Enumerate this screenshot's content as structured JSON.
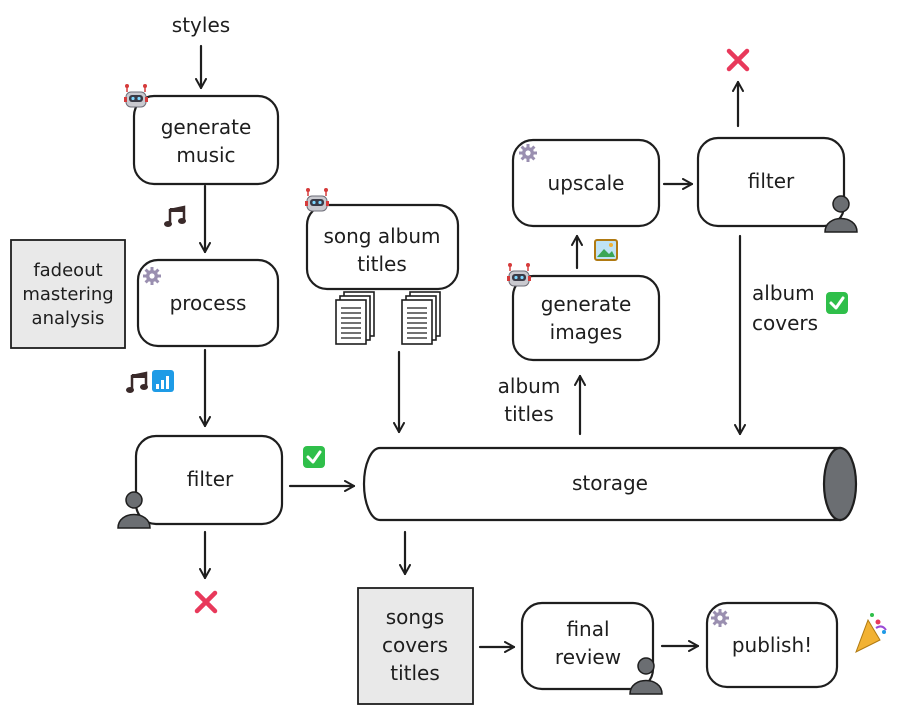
{
  "nodes": {
    "styles": "styles",
    "generate_music": [
      "generate",
      "music"
    ],
    "fadeout_note": [
      "fadeout",
      "mastering",
      "analysis"
    ],
    "process": "process",
    "filter_songs": "filter",
    "song_album_titles": [
      "song album",
      "titles"
    ],
    "storage": "storage",
    "upscale": "upscale",
    "filter_covers": "filter",
    "generate_images": [
      "generate",
      "images"
    ],
    "album_titles_label": [
      "album",
      "titles"
    ],
    "album_covers_label": [
      "album",
      "covers"
    ],
    "songs_covers_titles": [
      "songs",
      "covers",
      "titles"
    ],
    "final_review": [
      "final",
      "review"
    ],
    "publish": "publish!"
  },
  "icons": {
    "robot": "robot-icon",
    "gear": "gear-icon",
    "person": "person-icon",
    "music": "music-note-icon",
    "signal": "signal-bars-icon",
    "check": "check-icon",
    "cross": "x-icon",
    "docs": "documents-icon",
    "picture": "picture-icon",
    "party": "party-popper-icon"
  },
  "colors": {
    "stroke": "#1e1e1e",
    "note_fill": "#e9e9e9",
    "check_green": "#2fbf4a",
    "cross_red": "#e8395b",
    "robot_red": "#d63b3b",
    "storage_cap": "#6b6e72",
    "person": "#6b6e72",
    "signal_blue": "#1e9be6"
  }
}
